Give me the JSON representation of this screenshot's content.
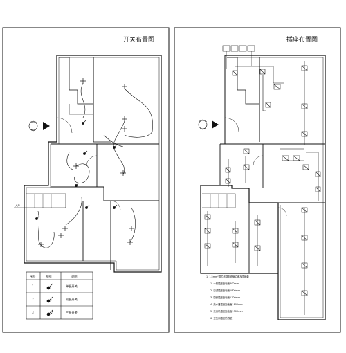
{
  "left_sheet": {
    "title": "开关布置图",
    "entry_text": "入户",
    "legend": {
      "headers": [
        "序号",
        "图例",
        "说明"
      ],
      "rows": [
        {
          "no": "1",
          "desc": "单极开关"
        },
        {
          "no": "2",
          "desc": "双极开关"
        },
        {
          "no": "3",
          "desc": "三极开关"
        }
      ]
    }
  },
  "right_sheet": {
    "title": "插座布置图",
    "notes": [
      "1. 1.5mm²铜芯线穿阻燃管沿墙及顶暗敷",
      "1. 一般插座距地面300mm",
      "2. 空调插座距地面1800mm",
      "3. 厨房插座距地面1100mm",
      "4. 热水器插座距地面1800mm",
      "5. 洗衣机插座距地面1300mm",
      "6. 卫生间插座防溅型"
    ]
  },
  "colors": {
    "line": "#111111",
    "background": "#ffffff"
  }
}
